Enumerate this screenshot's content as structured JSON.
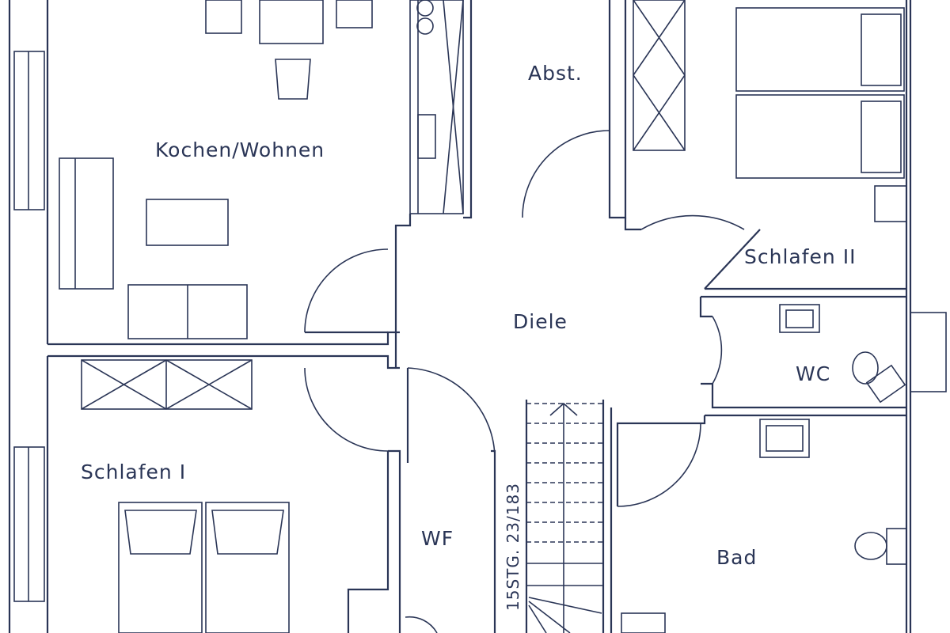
{
  "rooms": {
    "kochen_wohnen": "Kochen/Wohnen",
    "abst": "Abst.",
    "schlafen_2": "Schlafen II",
    "diele": "Diele",
    "wc": "WC",
    "schlafen_1": "Schlafen I",
    "wf": "WF",
    "bad": "Bad"
  },
  "stair": {
    "annotation": "15STG. 23/183"
  },
  "colors": {
    "line": "#2a3556",
    "background": "#ffffff"
  }
}
